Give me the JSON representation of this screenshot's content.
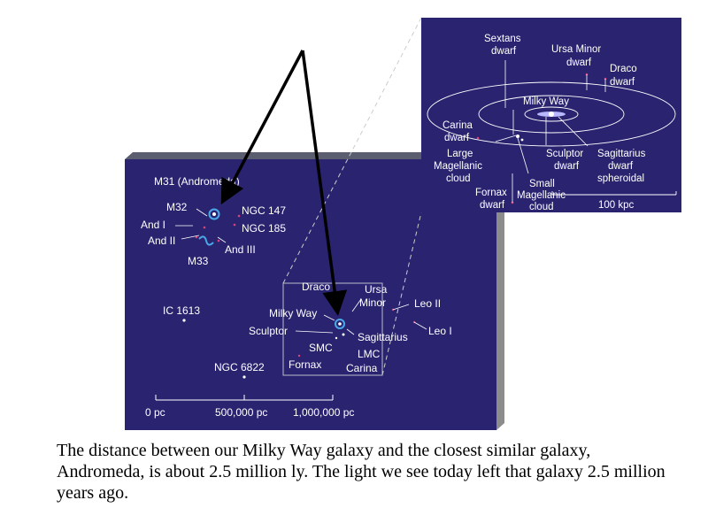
{
  "colors": {
    "panel": "#2a2470",
    "panel_top": "#5b5e6e",
    "panel_side": "#8c8c8c",
    "label_text": "#ffffff",
    "marker_red": "#e0407a",
    "marker_blue": "#4aa8e8",
    "arrow": "#000000"
  },
  "main_panel": {
    "labels": {
      "m31": "M31 (Andromeda)",
      "m32": "M32",
      "ngc147": "NGC 147",
      "ngc185": "NGC 185",
      "and1": "And I",
      "and2": "And II",
      "and3": "And III",
      "m33": "M33",
      "ic1613": "IC 1613",
      "ngc6822": "NGC 6822",
      "draco": "Draco",
      "ursa_minor_1": "Ursa",
      "ursa_minor_2": "Minor",
      "milky_way": "Milky Way",
      "sculptor": "Sculptor",
      "smc": "SMC",
      "fornax": "Fornax",
      "sagittarius": "Sagittarius",
      "lmc": "LMC",
      "carina": "Carina",
      "leo2": "Leo II",
      "leo1": "Leo I"
    },
    "scale_bar": {
      "tick0": "0 pc",
      "tick1": "500,000 pc",
      "tick2": "1,000,000 pc"
    }
  },
  "inset_panel": {
    "labels": {
      "sextans_1": "Sextans",
      "sextans_2": "dwarf",
      "ursa_minor_1": "Ursa Minor",
      "ursa_minor_2": "dwarf",
      "draco_1": "Draco",
      "draco_2": "dwarf",
      "milky_way": "Milky Way",
      "carina_1": "Carina",
      "carina_2": "dwarf",
      "lmc_1": "Large",
      "lmc_2": "Magellanic",
      "lmc_3": "cloud",
      "sculptor_1": "Sculptor",
      "sculptor_2": "dwarf",
      "sagittarius_1": "Sagittarius",
      "sagittarius_2": "dwarf",
      "sagittarius_3": "spheroidal",
      "smc_1": "Small",
      "smc_2": "Magellanic",
      "smc_3": "cloud",
      "fornax_1": "Fornax",
      "fornax_2": "dwarf"
    },
    "scale_label": "100 kpc"
  },
  "caption": "The distance between our Milky Way galaxy and the closest similar galaxy, Andromeda, is about 2.5 million ly.  The light we see today left that galaxy 2.5 million years ago."
}
